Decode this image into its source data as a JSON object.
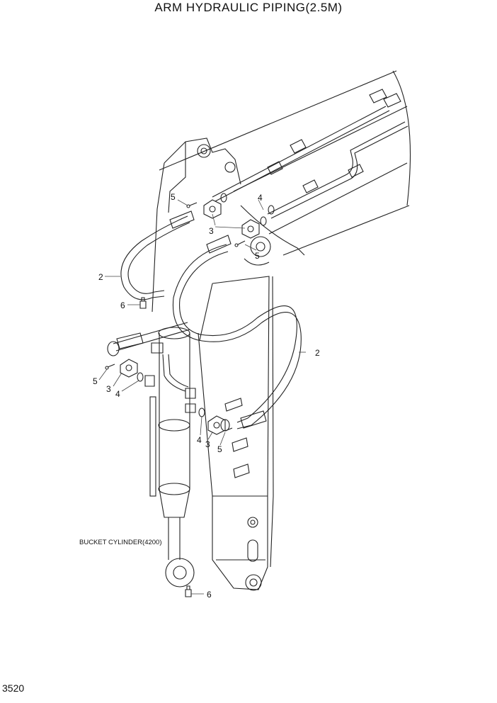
{
  "title": "ARM HYDRAULIC PIPING(2.5M)",
  "page_number": "3520",
  "component_label": "BUCKET CYLINDER(4200)",
  "callouts": [
    {
      "id": "c5a",
      "text": "5"
    },
    {
      "id": "c4a",
      "text": "4"
    },
    {
      "id": "c3a",
      "text": "3"
    },
    {
      "id": "c5b",
      "text": "5"
    },
    {
      "id": "c2a",
      "text": "2"
    },
    {
      "id": "c6a",
      "text": "6"
    },
    {
      "id": "c2b",
      "text": "2"
    },
    {
      "id": "c5c",
      "text": "5"
    },
    {
      "id": "c3b",
      "text": "3"
    },
    {
      "id": "c4b",
      "text": "4"
    },
    {
      "id": "c4c",
      "text": "4"
    },
    {
      "id": "c3c",
      "text": "3"
    },
    {
      "id": "c5d",
      "text": "5"
    },
    {
      "id": "c6b",
      "text": "6"
    }
  ]
}
